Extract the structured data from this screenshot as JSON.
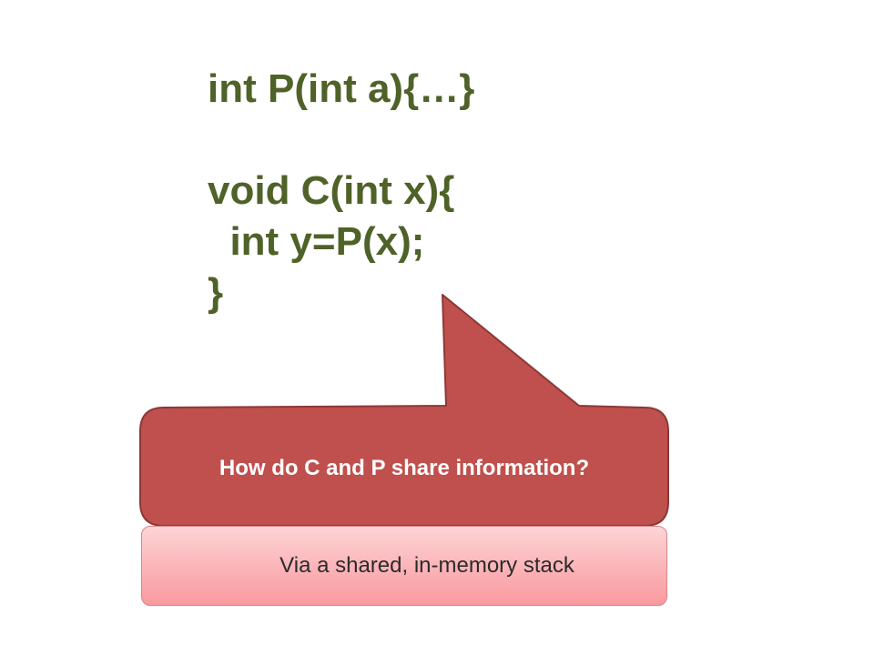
{
  "code": {
    "lines": [
      "int P(int a){…}",
      "",
      "void C(int x){",
      "  int y=P(x);",
      "}"
    ]
  },
  "callout": {
    "text": "How do C and P share information?",
    "fill_color": "#c0504d",
    "border_color": "#8c3836"
  },
  "answer": {
    "text": "Via a shared, in-memory stack"
  },
  "colors": {
    "code_text": "#4f6228",
    "answer_fill": "#fbb0b4"
  }
}
